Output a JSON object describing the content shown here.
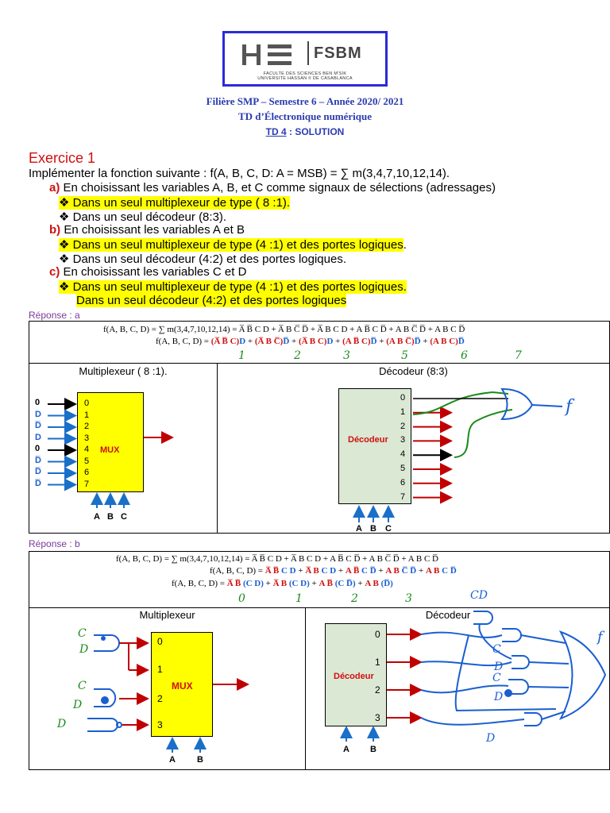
{
  "logo": {
    "name": "FSBM",
    "subtitle_1": "FACULTE DES SCIENCES BEN M'SIK",
    "subtitle_2": "UNIVERSITE HASSAN II DE CASABLANCA"
  },
  "header": {
    "line1": "Filière SMP – Semestre 6 – Année 2020/ 2021",
    "line2": "TD d’Électronique numérique",
    "td_label": "TD 4",
    "td_rest": " : SOLUTION"
  },
  "exercise": {
    "title": "Exercice 1",
    "intro": "Implémenter la fonction suivante : f(A, B, C, D: A = MSB) = ∑ m(3,4,7,10,12,14).",
    "a_label": "a)",
    "a_text": " En choisissant les variables A, B, et C comme signaux de sélections (adressages)",
    "a1": "Dans un seul multiplexeur de type ( 8 :1).",
    "a2": "Dans un seul décodeur (8:3).",
    "b_label": "b)",
    "b_text": " En choisissant les variables A et B",
    "b1": "Dans un seul multiplexeur de type (4 :1) et des portes logiques",
    "b1_end": ".",
    "b2": "Dans un seul décodeur (4:2) et des portes logiques.",
    "c_label": "c)",
    "c_text": " En choisissant les variables C et D",
    "c1": "Dans un seul multiplexeur de type (4 :1) et des portes logiques.",
    "c2": "Dans un seul décodeur (4:2) et des portes logiques",
    "bullet": "❖"
  },
  "reponse_a": {
    "label": "Réponse : a",
    "formula1": "f(A, B, C, D) = ∑ m(3,4,7,10,12,14) = A̅ B̅ C D + A̅ B C̅ D̅ + A̅ B C D + A B̅ C D̅ + A B C̅ D̅ + A B C D̅",
    "formula2_lhs": "f(A, B, C, D) = ",
    "terms": [
      "(A̅ B̅ C)",
      "D",
      " + ",
      "(A̅ B C̅)",
      "D̅",
      " + ",
      "(A̅ B C)",
      "D",
      " + ",
      "(A B̅ C)",
      "D̅",
      " + ",
      "(A B C̅)",
      "D̅",
      " + ",
      "(A B C)",
      "D̅"
    ],
    "hand_numbers": [
      "1",
      "2",
      "3",
      "5",
      "6",
      "7"
    ],
    "mux_title": "Multiplexeur ( 8 :1).",
    "dec_title": "Décodeur (8:3)",
    "mux_inputs": [
      "0",
      "D",
      "D̅",
      "D",
      "0",
      "D̅",
      "D̅",
      "D̅"
    ],
    "mux_pins": [
      "0",
      "1",
      "2",
      "3",
      "4",
      "5",
      "6",
      "7"
    ],
    "mux_label": "MUX",
    "selects": [
      "A",
      "B",
      "C"
    ],
    "dec_label": "Décodeur",
    "dec_pins": [
      "0",
      "1",
      "2",
      "3",
      "4",
      "5",
      "6",
      "7"
    ],
    "hand_out": "f"
  },
  "reponse_b": {
    "label": "Réponse : b",
    "formula1": "f(A, B, C, D) = ∑ m(3,4,7,10,12,14) = A̅ B̅ C D + A̅ B C D + A B̅ C D̅ + A B C̅ D̅ + A B C D̅",
    "f2_lhs": "f(A, B, C, D) = ",
    "f2": [
      {
        "t": "A̅ B̅",
        "c": "r"
      },
      {
        "t": " C D",
        "c": "b"
      },
      {
        "t": " + ",
        "c": ""
      },
      {
        "t": "A̅ B",
        "c": "r"
      },
      {
        "t": " C D",
        "c": "b"
      },
      {
        "t": " + ",
        "c": ""
      },
      {
        "t": "A B̅",
        "c": "r"
      },
      {
        "t": " C D̅",
        "c": "b"
      },
      {
        "t": " + ",
        "c": ""
      },
      {
        "t": "A B",
        "c": "r"
      },
      {
        "t": " C̅ D̅",
        "c": "b"
      },
      {
        "t": " + ",
        "c": ""
      },
      {
        "t": "A B",
        "c": "r"
      },
      {
        "t": " C D̅",
        "c": "b"
      }
    ],
    "f3_lhs": "f(A, B, C, D) = ",
    "f3": [
      {
        "t": "A̅ B̅",
        "c": "r"
      },
      {
        "t": " (C D)",
        "c": "b"
      },
      {
        "t": " + ",
        "c": ""
      },
      {
        "t": "A̅ B",
        "c": "r"
      },
      {
        "t": " (C D)",
        "c": "b"
      },
      {
        "t": " + ",
        "c": ""
      },
      {
        "t": "A B̅",
        "c": "r"
      },
      {
        "t": " (C D̅)",
        "c": "b"
      },
      {
        "t": " + ",
        "c": ""
      },
      {
        "t": "A B",
        "c": "r"
      },
      {
        "t": " (D̅)",
        "c": "b"
      }
    ],
    "hand_numbers": [
      "0",
      "1",
      "2",
      "3"
    ],
    "mux_title": "Multiplexeur",
    "dec_title": "Décodeur",
    "mux_label": "MUX",
    "mux_pins": [
      "0",
      "1",
      "2",
      "3"
    ],
    "selects": [
      "A",
      "B"
    ],
    "dec_label": "Décodeur",
    "dec_pins": [
      "0",
      "1",
      "2",
      "3"
    ],
    "hand_in_labels": [
      "C",
      "D",
      "C",
      "D",
      "D"
    ],
    "hand_dec_labels": [
      "C",
      "D",
      "C",
      "D",
      "D"
    ],
    "hand_top": "CD",
    "hand_out": "f"
  },
  "colors": {
    "accent_blue": "#2b3bb0",
    "red": "#d01010",
    "yellow": "#ffff00",
    "pen_green": "#1a8a1a",
    "pen_blue": "#1a5fd0"
  }
}
